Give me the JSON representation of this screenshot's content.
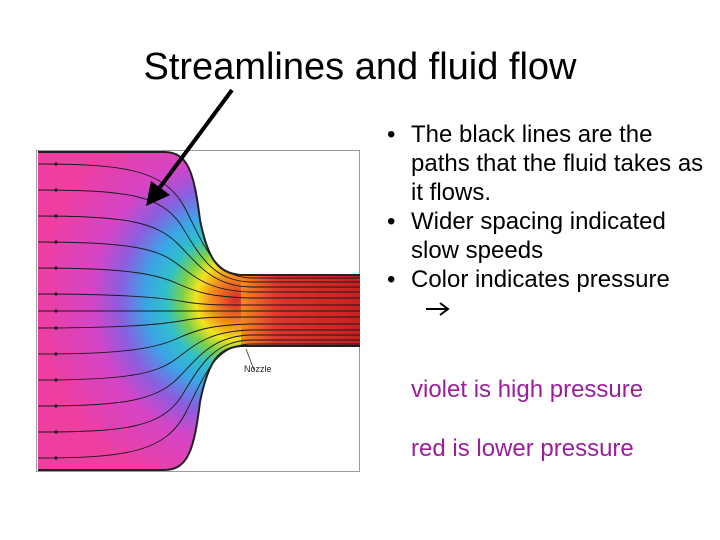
{
  "slide": {
    "title": "Streamlines and fluid flow",
    "figure": {
      "nozzle_label": "Nozzle"
    },
    "bullets": [
      {
        "text": "The black lines are the paths that the fluid takes as it flows."
      },
      {
        "text": "Wider spacing indicated slow speeds"
      },
      {
        "text": "Color indicates pressure"
      }
    ],
    "pressure_arrow_icon": "right-arrow-icon",
    "notes": {
      "violet_text": "violet is high pressure",
      "violet_color": "#9b1f9b",
      "red_text": "red is lower pressure",
      "red_color": "#9b1f9b"
    }
  }
}
